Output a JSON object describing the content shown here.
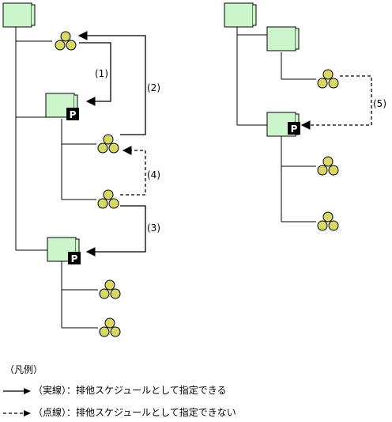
{
  "colors": {
    "folder_fill": "#ccf5cc",
    "group_fill": "#d8d86a",
    "badge_fill": "#000000",
    "line": "#000000"
  },
  "icons": {
    "folder": "folder-icon",
    "group": "group-icon",
    "badge": "parallel-badge-icon"
  },
  "diagram": {
    "badge_letter": "P",
    "arrow_labels": {
      "a1": "(1)",
      "a2": "(2)",
      "a3": "(3)",
      "a4": "(4)",
      "a5": "(5)"
    }
  },
  "legend": {
    "title": "（凡例）",
    "solid": "（実線）：排他スケジュールとして指定できる",
    "dashed": "（点線）：排他スケジュールとして指定できない"
  }
}
